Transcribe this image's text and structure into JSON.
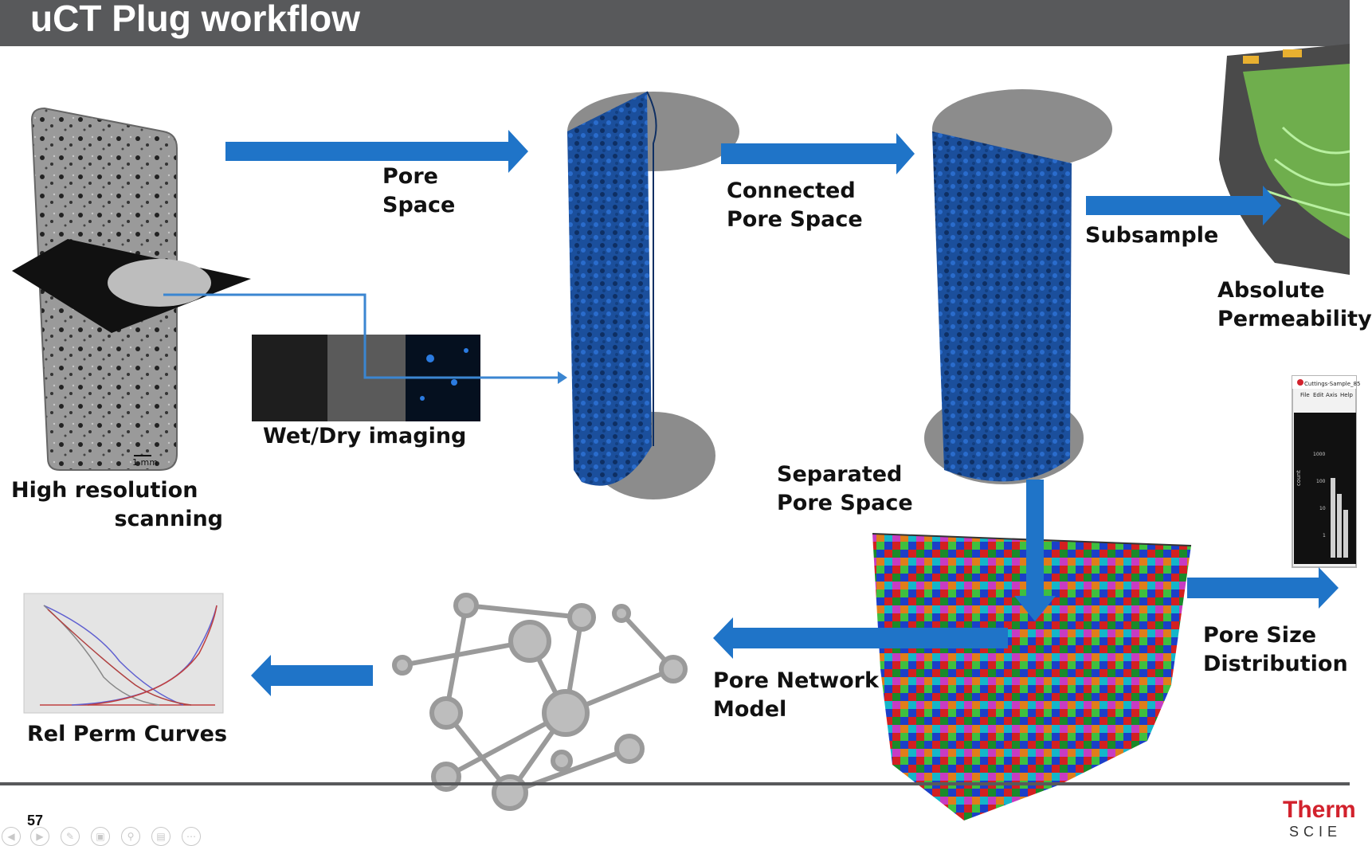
{
  "header": {
    "title": "uCT Plug workflow"
  },
  "labels": {
    "pore_space": [
      "Pore",
      "Space"
    ],
    "connected_pore_space": [
      "Connected",
      "Pore Space"
    ],
    "subsample": "Subsample",
    "absolute_permeability": [
      "Absolute",
      "Permeability"
    ],
    "wet_dry_imaging": "Wet/Dry imaging",
    "scale_bar": "1 mm",
    "high_res_scanning": [
      "High resolution",
      "scanning"
    ],
    "separated_pore_space": [
      "Separated",
      "Pore Space"
    ],
    "pore_network_model": [
      "Pore Network",
      "Model"
    ],
    "pore_size_distribution": [
      "Pore Size",
      "Distribution"
    ],
    "rel_perm_curves": "Rel Perm Curves"
  },
  "software_window": {
    "title": "Cuttings-Sample_85",
    "menu": [
      "File",
      "Edit",
      "Axis",
      "Help"
    ],
    "y_axis_label": "count",
    "y_ticks": [
      "1000",
      "100",
      "10",
      "1"
    ]
  },
  "footer": {
    "page_number": "57",
    "brand_line1": "Therm",
    "brand_line2": "SCIE"
  },
  "colors": {
    "title_bar": "#58595b",
    "arrow": "#1f74c8",
    "connector_line": "#3b86d1",
    "pore_blue": "#1b4f9c",
    "rock_gray": "#8a8a8a",
    "brand_red": "#d2222d"
  }
}
